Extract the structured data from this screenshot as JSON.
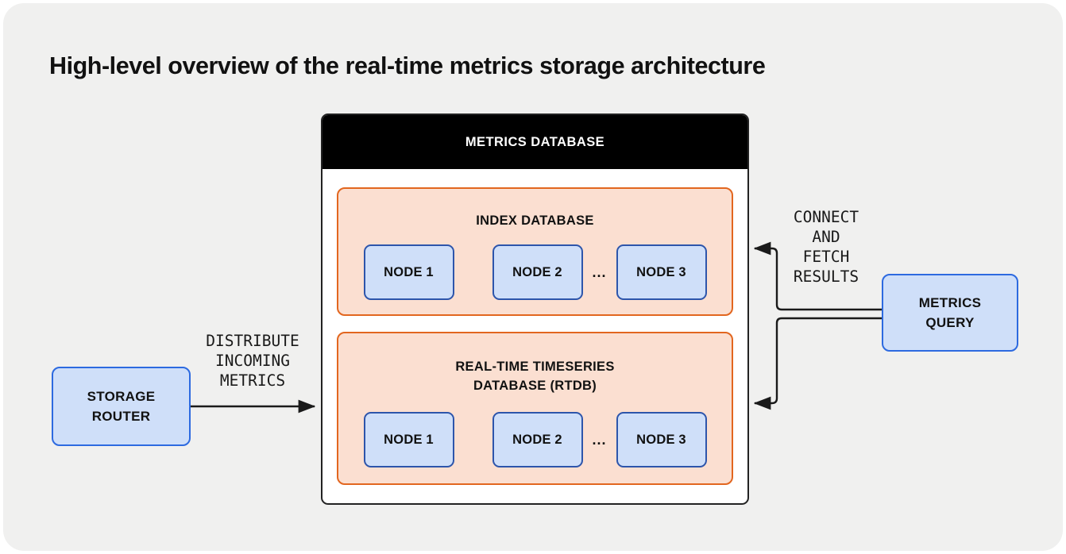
{
  "page": {
    "title": "High-level overview of the real-time metrics storage architecture",
    "background_color": "#f0f0ef",
    "canvas_color": "#ffffff"
  },
  "colors": {
    "header_bar": "#000000",
    "panel_fill": "#fbdfd1",
    "panel_border": "#e2661f",
    "node_fill": "#cfdff9",
    "node_border": "#2d55ab",
    "side_box_fill": "#cfdff9",
    "side_box_border": "#2d6ae0",
    "wire": "#1a1a1a",
    "text": "#111111"
  },
  "metrics_database": {
    "header_label": "METRICS DATABASE",
    "panels": [
      {
        "id": "index-database",
        "title": "INDEX DATABASE",
        "nodes": [
          {
            "label": "NODE 1"
          },
          {
            "label": "NODE 2"
          },
          {
            "label": "NODE 3"
          }
        ],
        "ellipsis": "..."
      },
      {
        "id": "rtdb",
        "title_line1": "REAL-TIME TIMESERIES",
        "title_line2": "DATABASE (RTDB)",
        "nodes": [
          {
            "label": "NODE 1"
          },
          {
            "label": "NODE 2"
          },
          {
            "label": "NODE 3"
          }
        ],
        "ellipsis": "..."
      }
    ]
  },
  "storage_router": {
    "line1": "STORAGE",
    "line2": "ROUTER"
  },
  "metrics_query": {
    "line1": "METRICS",
    "line2": "QUERY"
  },
  "edges": [
    {
      "id": "distribute",
      "from": "storage-router",
      "to": "metrics-database",
      "label": "DISTRIBUTE\nINCOMING\nMETRICS"
    },
    {
      "id": "connect-fetch",
      "from": "metrics-query",
      "to": "index-database-and-rtdb",
      "label": "CONNECT\nAND\nFETCH\nRESULTS"
    }
  ]
}
